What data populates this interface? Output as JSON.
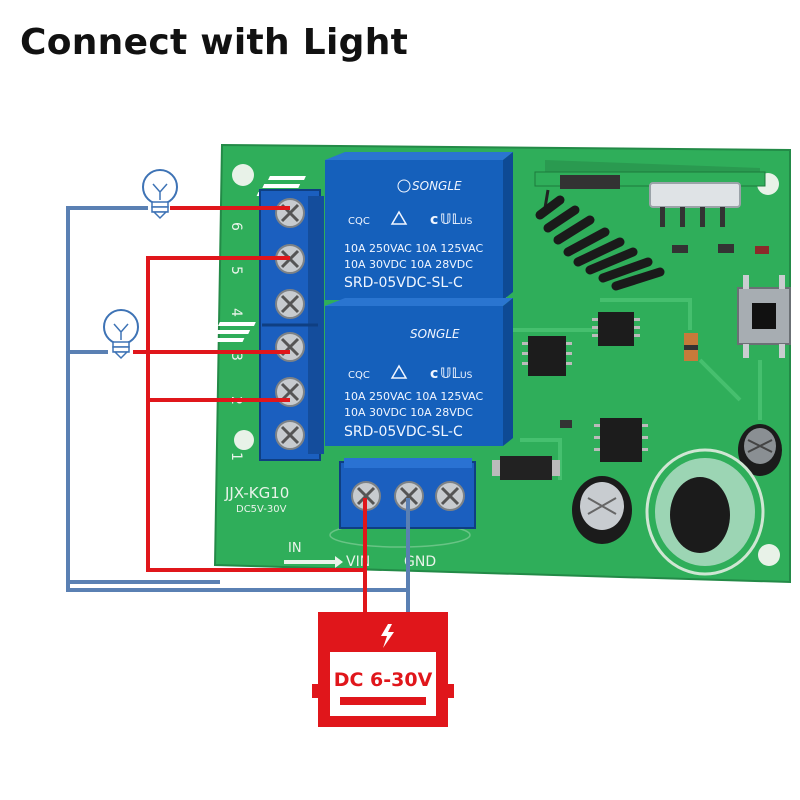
{
  "title": "Connect with Light",
  "relays": [
    {
      "brand": "SONGLE",
      "cert": "CQC",
      "rating_line1": "10A 250VAC  10A 125VAC",
      "rating_line2": "10A 30VDC  10A 28VDC",
      "model": "SRD-05VDC-SL-C"
    },
    {
      "brand": "SONGLE",
      "cert": "CQC",
      "rating_line1": "10A 250VAC  10A 125VAC",
      "rating_line2": "10A 30VDC  10A 28VDC",
      "model": "SRD-05VDC-SL-C"
    }
  ],
  "board": {
    "model_label": "JJX-KG10",
    "voltage_label": "DC5V-30V",
    "in_label": "IN",
    "vin_label": "VIN",
    "gnd_label": "GND",
    "terminal_numbers": [
      "6",
      "5",
      "4",
      "3",
      "2",
      "1"
    ]
  },
  "power_supply": {
    "label": "DC 6-30V"
  },
  "colors": {
    "pcb": "#2fae5a",
    "terminal": "#1e63c4",
    "relay": "#1a63c0",
    "live_wire": "#e0161b",
    "neutral_wire": "#5a80b3",
    "power_box": "#e0161b"
  }
}
